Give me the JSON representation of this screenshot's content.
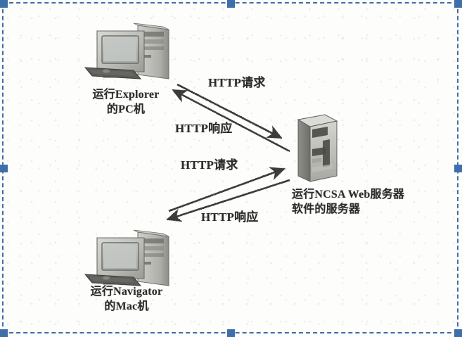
{
  "figure": {
    "kind": "network-diagram",
    "background_color": "#fdfdfb",
    "ink_color": "#3a3a3a",
    "selection_color": "#3f6fa8"
  },
  "nodes": [
    {
      "id": "pc-explorer",
      "icon": "desktop-computer-icon",
      "label_line1": "运行Explorer",
      "label_line2": "的PC机"
    },
    {
      "id": "mac-navigator",
      "icon": "desktop-computer-icon",
      "label_line1": "运行Navigator",
      "label_line2": "的Mac机"
    },
    {
      "id": "ncsa-server",
      "icon": "server-tower-icon",
      "label_line1": "运行NCSA Web服务器",
      "label_line2": "软件的服务器"
    }
  ],
  "flows": [
    {
      "id": "pc-request",
      "label": "HTTP请求",
      "from": "pc-explorer",
      "to": "ncsa-server",
      "direction": "to-server"
    },
    {
      "id": "pc-response",
      "label": "HTTP响应",
      "from": "ncsa-server",
      "to": "pc-explorer",
      "direction": "to-client"
    },
    {
      "id": "mac-request",
      "label": "HTTP请求",
      "from": "mac-navigator",
      "to": "ncsa-server",
      "direction": "to-server"
    },
    {
      "id": "mac-response",
      "label": "HTTP响应",
      "from": "ncsa-server",
      "to": "mac-navigator",
      "direction": "to-client"
    }
  ],
  "selection": {
    "handles": [
      "top-left",
      "top-center",
      "top-right",
      "middle-left",
      "middle-right",
      "bottom-left",
      "bottom-center",
      "bottom-right"
    ]
  }
}
